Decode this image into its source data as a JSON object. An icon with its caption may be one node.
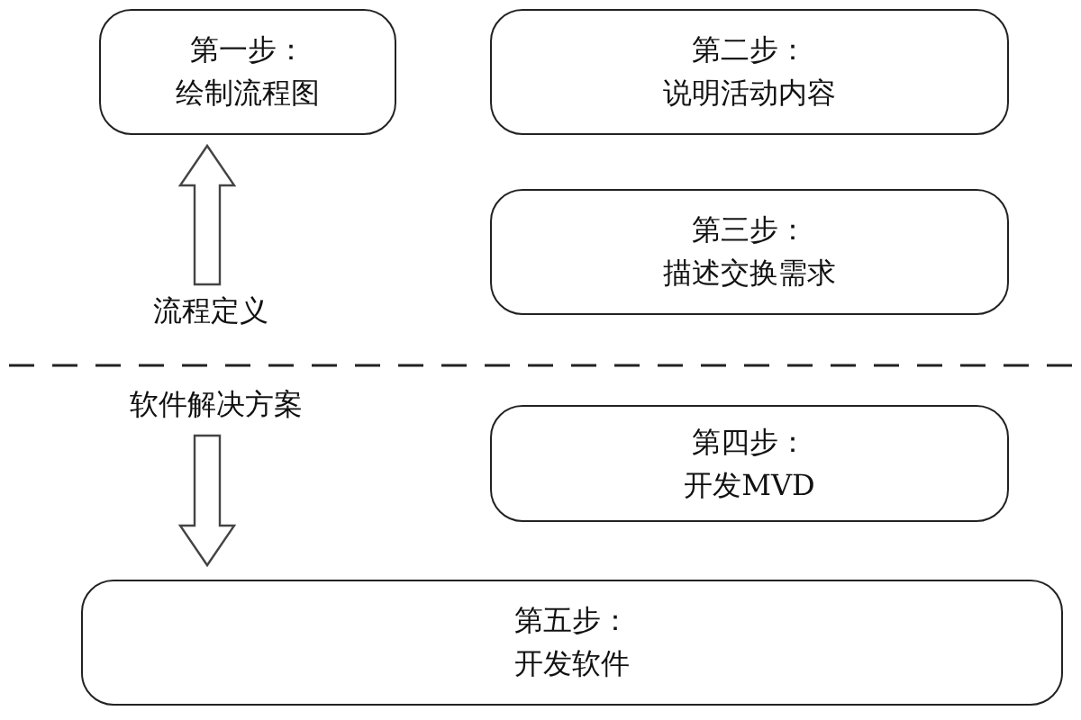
{
  "diagram": {
    "nodes": [
      {
        "text": [
          "第一步：",
          "绘制流程图"
        ]
      },
      {
        "text": [
          "第二步：",
          "说明活动内容"
        ]
      },
      {
        "text": [
          "第三步：",
          "描述交换需求"
        ]
      },
      {
        "text": [
          "流程定义"
        ]
      },
      {
        "text": [
          "软件解决方案"
        ]
      },
      {
        "text": [
          "第四步：",
          "开发MVD"
        ]
      },
      {
        "text": [
          "第五步：",
          "开发软件"
        ]
      }
    ],
    "edges": [
      {
        "from": 3,
        "to": 0,
        "arrow": "to"
      },
      {
        "from": 4,
        "to": 6,
        "arrow": "to"
      }
    ]
  }
}
